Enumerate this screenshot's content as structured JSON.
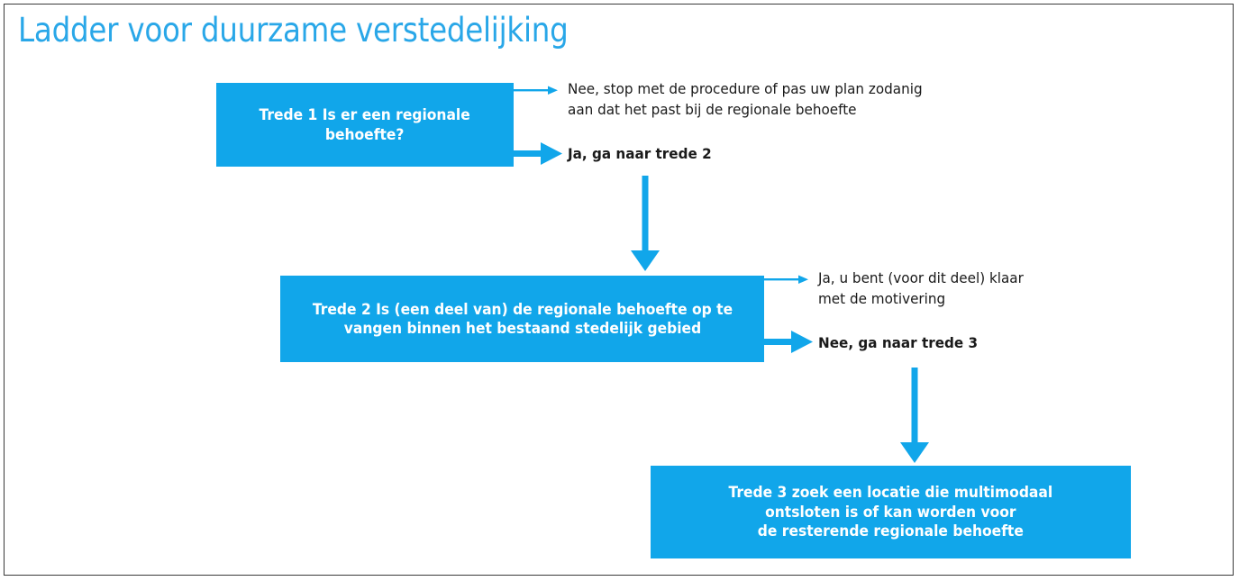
{
  "document": {
    "title": "Ladder voor duurzame verstedelijking",
    "border_color": "#3a3a3a",
    "background": "#ffffff"
  },
  "colors": {
    "accent_blue": "#11A6EA",
    "title_blue": "#29A7E8",
    "box_text": "#ffffff",
    "body_text": "#1a1a1a"
  },
  "diagram": {
    "type": "flowchart",
    "steps": [
      {
        "id": "trede-1",
        "label": "Trede 1",
        "question": "Is er een regionale\nbehoefte?",
        "full_text": "Trede 1  Is er een regionale\nbehoefte?",
        "outcomes": [
          {
            "id": "trede-1-nee",
            "arrow": "thin",
            "bold": false,
            "text": "Nee, stop met de procedure of pas uw plan zodanig\naan dat het past bij de regionale behoefte"
          },
          {
            "id": "trede-1-ja",
            "arrow": "thick",
            "bold": true,
            "text": "Ja, ga naar trede 2"
          }
        ]
      },
      {
        "id": "trede-2",
        "label": "Trede 2",
        "question": "Is (een deel van) de regionale behoefte op te\nvangen binnen het bestaand stedelijk gebied",
        "full_text": "Trede 2  Is (een deel van) de regionale behoefte op te\nvangen binnen het bestaand stedelijk gebied",
        "outcomes": [
          {
            "id": "trede-2-ja",
            "arrow": "thin",
            "bold": false,
            "text": "Ja, u bent (voor dit deel) klaar\nmet de motivering"
          },
          {
            "id": "trede-2-nee",
            "arrow": "thick",
            "bold": true,
            "text": "Nee, ga naar trede 3"
          }
        ]
      },
      {
        "id": "trede-3",
        "label": "Trede 3",
        "question": "zoek een locatie die multimodaal\nontsloten is of kan worden voor\nde resterende regionale behoefte",
        "full_text": "Trede 3  zoek een locatie die multimodaal\nontsloten is of kan worden voor\nde resterende regionale behoefte",
        "outcomes": []
      }
    ],
    "connectors": [
      {
        "id": "connector-trede1-to-trede2",
        "from": "trede-1-ja",
        "to": "trede-2",
        "direction": "down"
      },
      {
        "id": "connector-trede2-to-trede3",
        "from": "trede-2-nee",
        "to": "trede-3",
        "direction": "down"
      }
    ]
  }
}
